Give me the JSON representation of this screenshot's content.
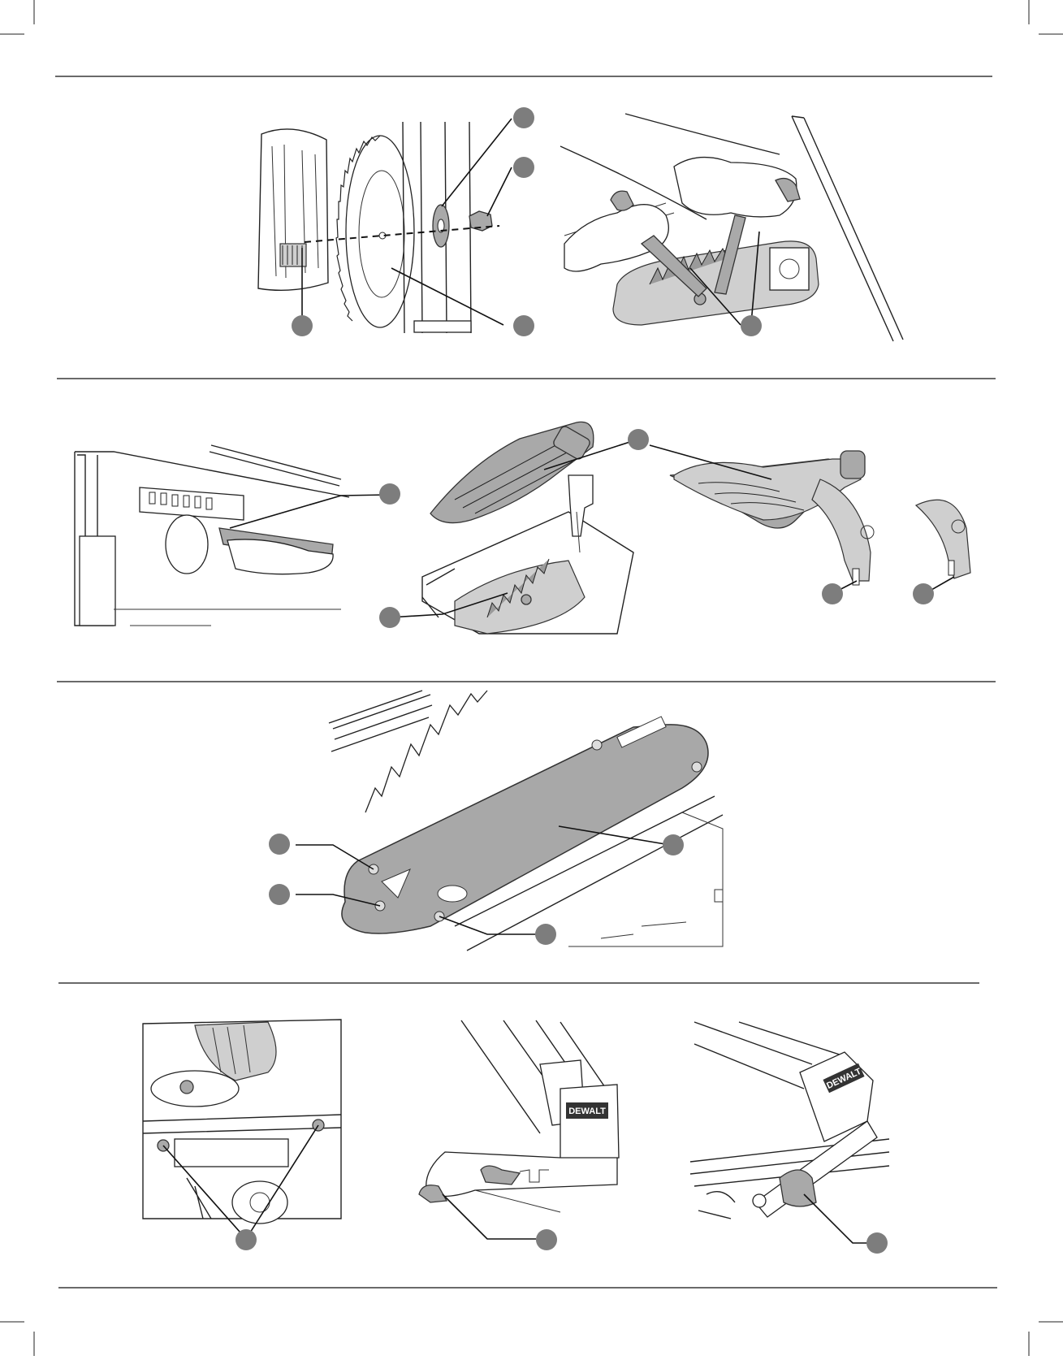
{
  "document": {
    "panels": [
      {
        "id": "blade-installation",
        "label_text": ""
      },
      {
        "id": "blade-wrenches",
        "label_text": ""
      },
      {
        "id": "riving-knife-lever",
        "label_text": ""
      },
      {
        "id": "blade-guard-install",
        "label_text": ""
      },
      {
        "id": "riving-knife-and-knife",
        "label_text": ""
      },
      {
        "id": "throat-plate",
        "label_text": ""
      },
      {
        "id": "rail-screws",
        "label_text": ""
      },
      {
        "id": "fence-latch",
        "label_text": ""
      },
      {
        "id": "fence-clamp",
        "label_text": ""
      }
    ],
    "brand_marks": [
      "DEWALT",
      "DEWALT"
    ]
  }
}
